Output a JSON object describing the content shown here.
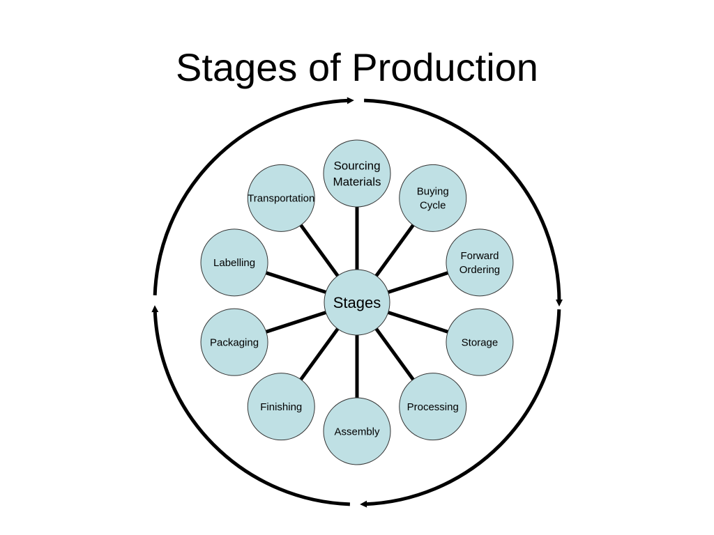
{
  "title": "Stages of Production",
  "hub": {
    "label": "Stages"
  },
  "stages": [
    {
      "lines": [
        "Sourcing",
        "Materials"
      ]
    },
    {
      "lines": [
        "Buying",
        "Cycle"
      ]
    },
    {
      "lines": [
        "Forward",
        "Ordering"
      ]
    },
    {
      "lines": [
        "Storage"
      ]
    },
    {
      "lines": [
        "Processing"
      ]
    },
    {
      "lines": [
        "Assembly"
      ]
    },
    {
      "lines": [
        "Finishing"
      ]
    },
    {
      "lines": [
        "Packaging"
      ]
    },
    {
      "lines": [
        "Labelling"
      ]
    },
    {
      "lines": [
        "Transportation"
      ]
    }
  ],
  "colors": {
    "node_fill": "#bfe0e4",
    "node_stroke": "#333333",
    "connector": "#000000",
    "cycle_arrow": "#000000",
    "text": "#000000"
  }
}
